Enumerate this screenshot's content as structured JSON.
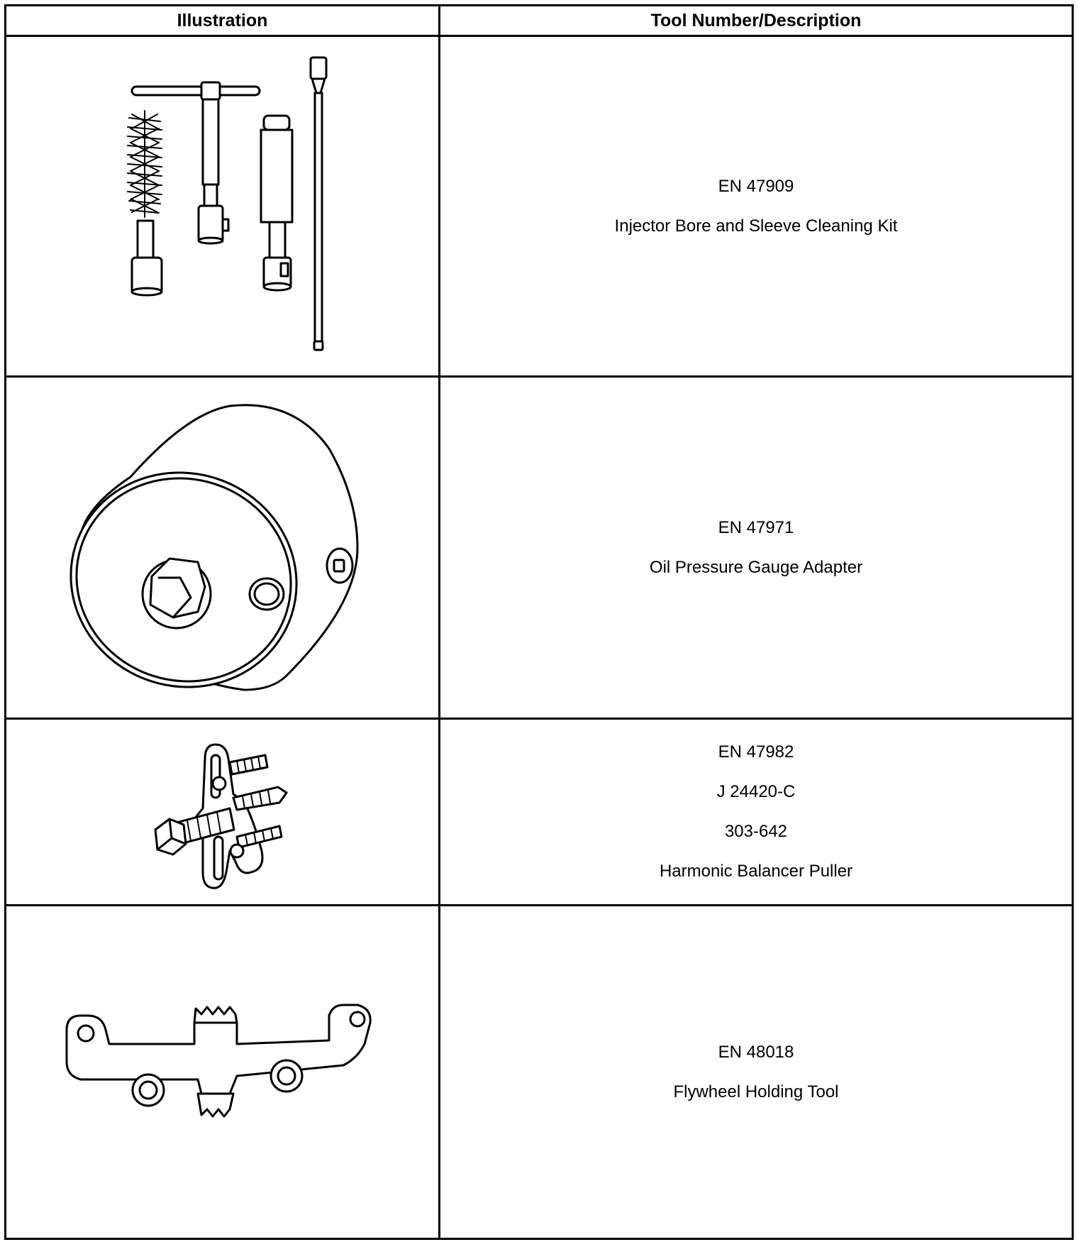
{
  "table": {
    "header": {
      "illustration": "Illustration",
      "description": "Tool Number/Description"
    },
    "rows": [
      {
        "illustration_icon": "injector-bore-cleaning-kit-illustration",
        "lines": [
          "EN 47909",
          "Injector Bore and Sleeve Cleaning Kit"
        ]
      },
      {
        "illustration_icon": "oil-pressure-gauge-adapter-illustration",
        "lines": [
          "EN 47971",
          "Oil Pressure Gauge Adapter"
        ]
      },
      {
        "illustration_icon": "harmonic-balancer-puller-illustration",
        "lines": [
          "EN 47982",
          "J 24420-C",
          "303-642",
          "Harmonic Balancer Puller"
        ]
      },
      {
        "illustration_icon": "flywheel-holding-tool-illustration",
        "lines": [
          "EN 48018",
          "Flywheel Holding Tool"
        ]
      }
    ]
  }
}
